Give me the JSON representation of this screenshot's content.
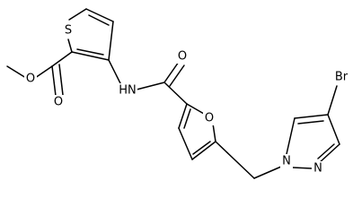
{
  "molecule": {
    "atoms": {
      "s1": "S",
      "o_ester_single": "O",
      "o_ester_carbonyl": "O",
      "nh": "HN",
      "o_amide": "O",
      "o_furan": "O",
      "n1_pyrazole": "N",
      "n2_pyrazole": "N",
      "br": "Br"
    }
  }
}
